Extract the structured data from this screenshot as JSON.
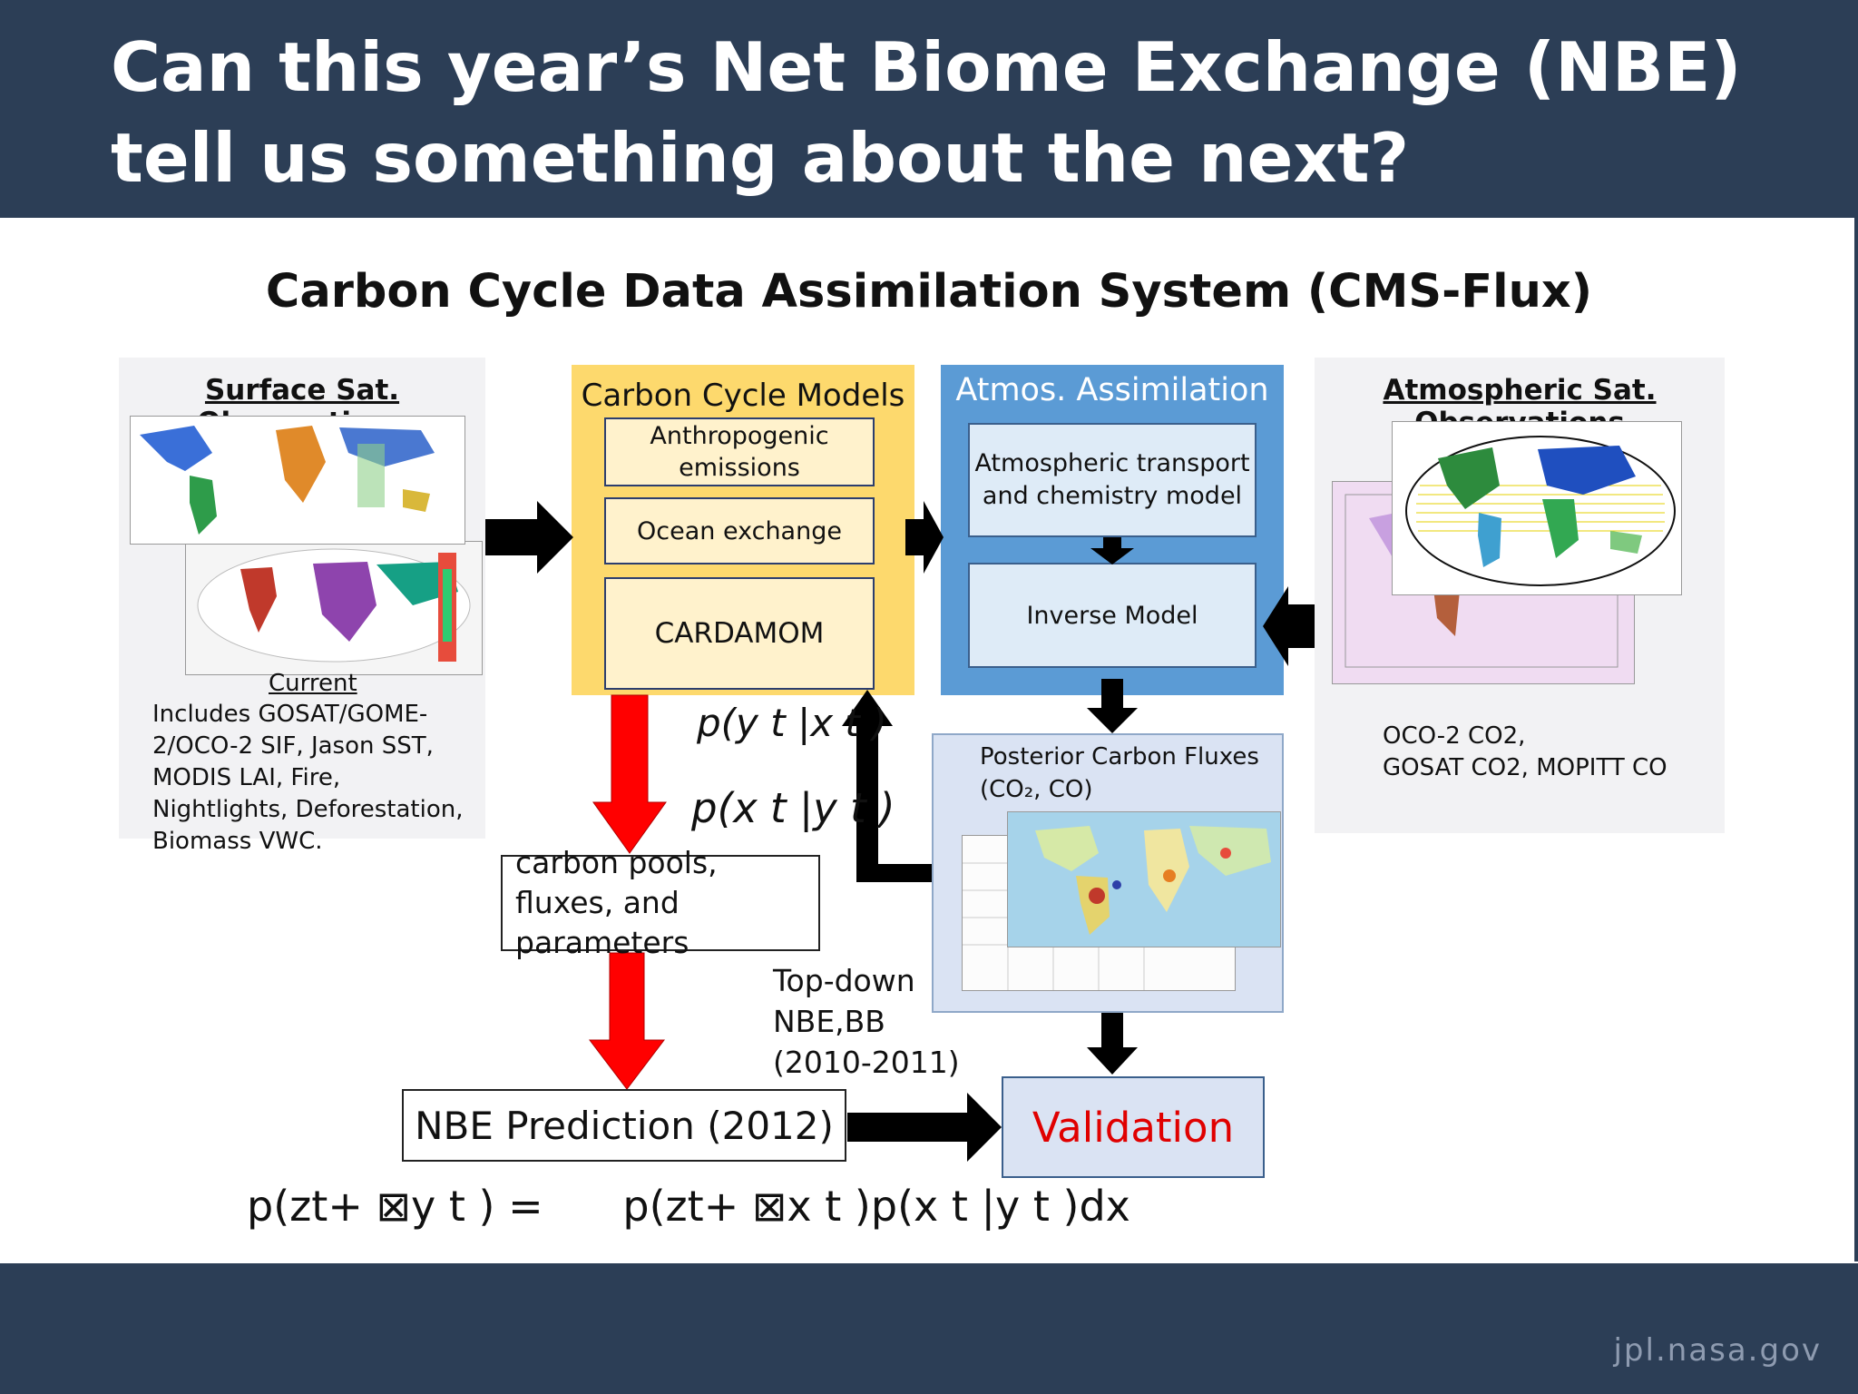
{
  "slide": {
    "title": "Can this year’s Net Biome Exchange (NBE) tell us something about the next?",
    "footer_url": "jpl.nasa.gov"
  },
  "diagram": {
    "title": "Carbon Cycle Data Assimilation System (CMS-Flux)",
    "surface": {
      "heading": "Surface Sat. Observations",
      "current_label": "Current",
      "description": "Includes GOSAT/GOME-2/OCO-2 SIF, Jason SST, MODIS LAI,  Fire, Nightlights, Deforestation, Biomass VWC."
    },
    "carbon_models": {
      "heading": "Carbon Cycle Models",
      "anthropogenic": "Anthropogenic emissions",
      "ocean": "Ocean exchange",
      "cardamom": "CARDAMOM"
    },
    "atmos": {
      "heading": "Atmos. Assimilation",
      "transport": "Atmospheric transport and chemistry model",
      "inverse": "Inverse Model"
    },
    "atmos_sat": {
      "heading": "Atmospheric Sat. Observations",
      "description_line1": "OCO-2 CO2,",
      "description_line2": "GOSAT CO2, MOPITT CO"
    },
    "posterior": {
      "title_line1": "Posterior Carbon Fluxes",
      "title_line2": "(CO₂, CO)"
    },
    "pools": "carbon pools, fluxes, and parameters",
    "prediction": "NBE Prediction (2012)",
    "validation": "Validation",
    "eq_p_y_given_x": "p(y t |x t )",
    "eq_p_x_given_y": "p(x t |y t )",
    "topdown_line1": "Top-down",
    "topdown_line2": "NBE,BB",
    "topdown_line3": "(2010-2011)",
    "formula": "p(zt+ ⊠y t ) =      p(zt+ ⊠x t )p(x t |y t )dx"
  },
  "colors": {
    "header": "#2c3e56",
    "carbon_models_panel": "#fdd96d",
    "atmos_panel": "#5b9bd5",
    "red_arrow": "#ff0000",
    "validation_text": "#e00000"
  }
}
